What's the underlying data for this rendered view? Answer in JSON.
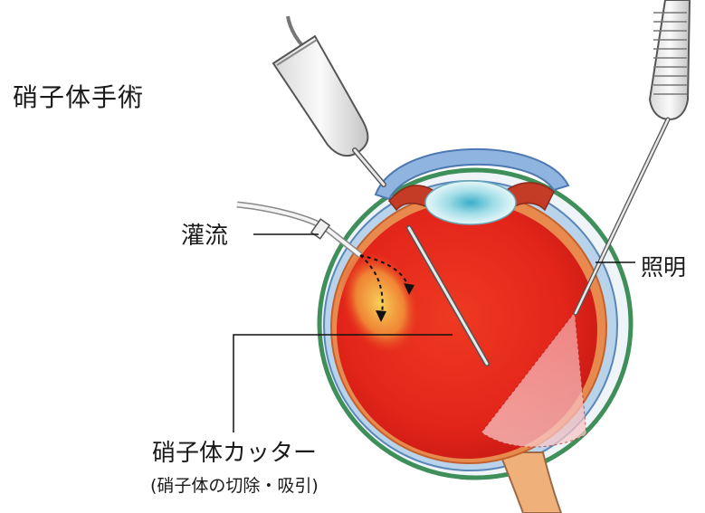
{
  "title": "硝子体手術",
  "labels": {
    "irrigation": "灌流",
    "illumination": "照明",
    "cutter": "硝子体カッター",
    "cutter_note": "(硝子体の切除・吸引)"
  },
  "colors": {
    "vitreous_red": "#e52a1e",
    "retina_orange": "#e88a4e",
    "sclera_green": "#3f8f5a",
    "cornea_blue": "#8fb4e0",
    "lens_cyan": "#9fdce6",
    "instrument_gray": "#b8b8b8"
  }
}
